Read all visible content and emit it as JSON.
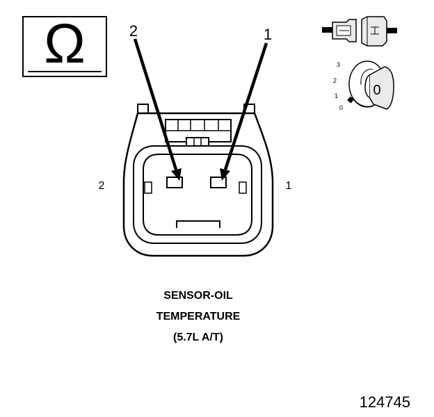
{
  "symbol": {
    "glyph": "Ω",
    "meaning": "ohm-icon"
  },
  "pin_callouts": {
    "left": "2",
    "right": "1"
  },
  "side_labels": {
    "left": "2",
    "right": "1"
  },
  "ignition_switch": {
    "positions": [
      "3",
      "2",
      "1",
      "0"
    ],
    "key_marking": "0"
  },
  "caption": {
    "line1": "SENSOR-OIL",
    "line2": "TEMPERATURE",
    "line3": "(5.7L A/T)"
  },
  "figure_number": "124745",
  "colors": {
    "ink": "#000000",
    "paper": "#ffffff",
    "light_fill": "#ebebeb"
  }
}
